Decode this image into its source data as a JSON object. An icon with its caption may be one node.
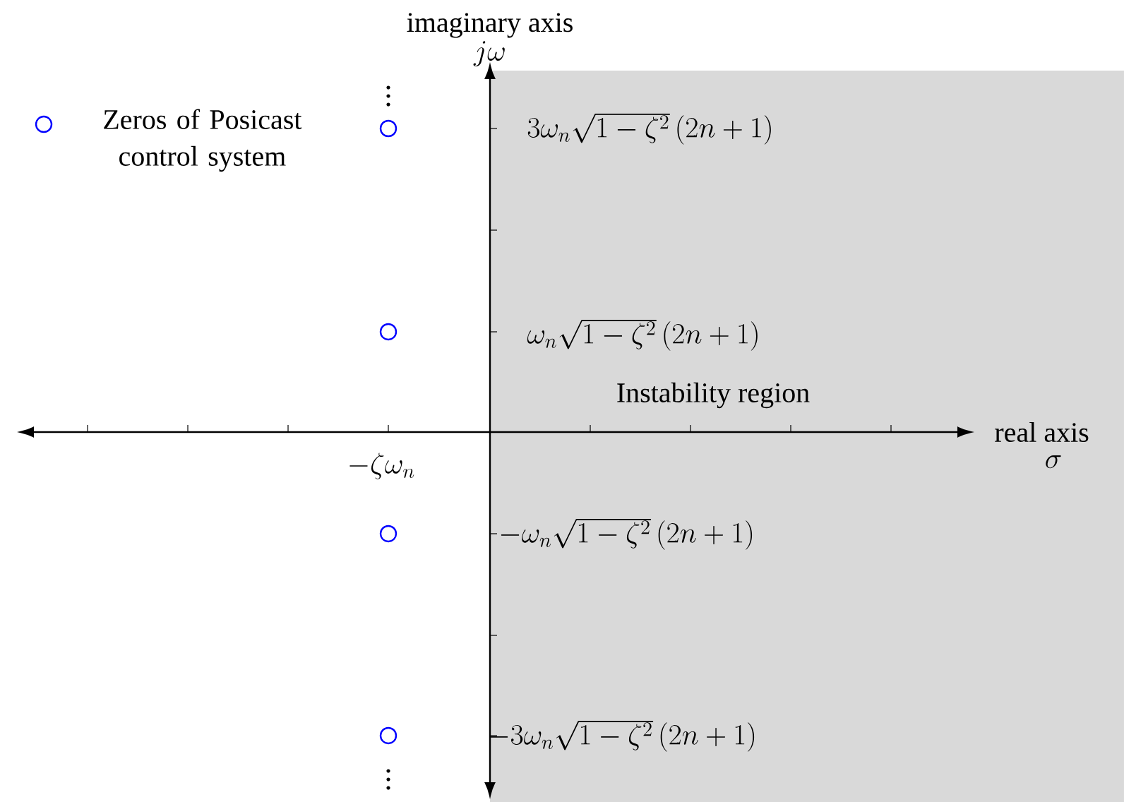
{
  "diagram": {
    "labels": [
      "imaginary axis",
      "j\\omega",
      "3\\omega_n\\sqrt{1-\\zeta^2}\\,(2n+1)",
      "\\omega_n\\sqrt{1-\\zeta^2}\\,(2n+1)",
      "Instability region",
      "real axis",
      "\\sigma",
      "-\\zeta\\omega_n",
      "-\\omega_n\\sqrt{1-\\zeta^2}\\,(2n+1)",
      "-3\\omega_n\\sqrt{1-\\zeta^2}\\,(2n+1)"
    ],
    "legend": [
      {
        "text": "Zeros of Posicast control system"
      }
    ]
  }
}
